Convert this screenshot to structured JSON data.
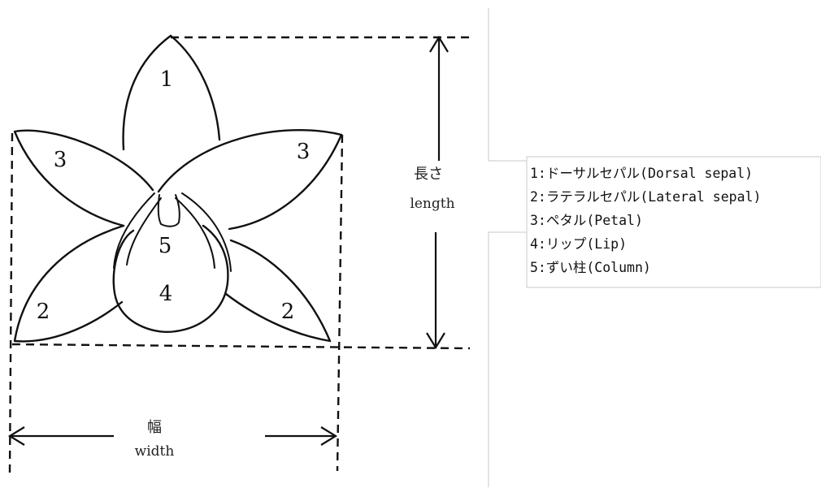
{
  "parts": [
    {
      "number": "1"
    },
    {
      "number": "2"
    },
    {
      "number": "3"
    },
    {
      "number": "4"
    },
    {
      "number": "5"
    }
  ],
  "labels": {
    "length_jp": "長さ",
    "length_en": "length",
    "width_jp": "幅",
    "width_en": "width"
  },
  "legend": [
    "1:ドーサルセパル(Dorsal sepal)",
    "2:ラテラルセパル(Lateral sepal)",
    "3:ペタル(Petal)",
    "4:リップ(Lip)",
    "5:ずい柱(Column)"
  ]
}
